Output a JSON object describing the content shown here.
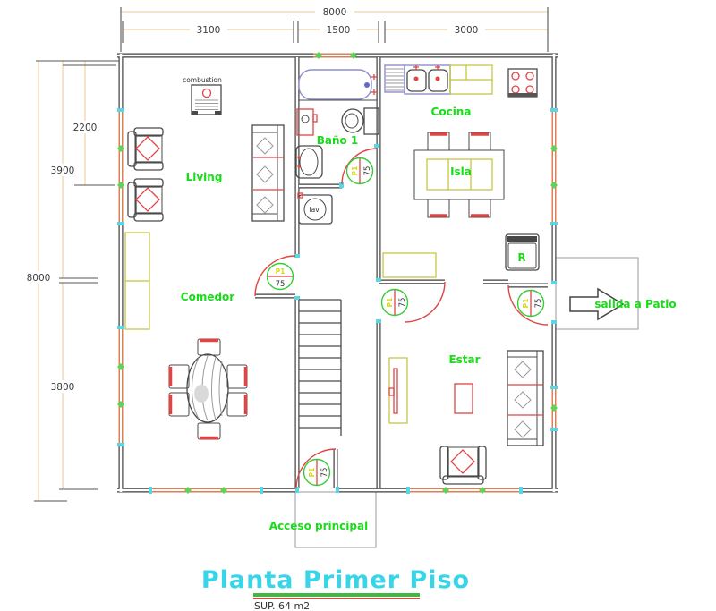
{
  "plan": {
    "title": "Planta Primer Piso",
    "area_note": "SUP. 64 m2",
    "rooms": {
      "living": "Living",
      "comedor": "Comedor",
      "bano1": "Baño 1",
      "cocina": "Cocina",
      "isla": "Isla",
      "estar": "Estar"
    },
    "annotations": {
      "combustion": "combustion",
      "washer": "lav.",
      "fridge": "R",
      "patio_exit": "salida a Patio",
      "main_access": "Acceso principal"
    },
    "door_tag": {
      "code": "P1",
      "width": "75"
    },
    "dimensions": {
      "top": {
        "total": "8000",
        "segments": [
          "3100",
          "1500",
          "3000"
        ]
      },
      "left": {
        "total": "8000",
        "upper": "2200",
        "mid": "3900",
        "lower": "3800"
      }
    },
    "colors": {
      "label_green": "#17dd17",
      "title_cyan": "#38d5e8",
      "window_orange": "#dd7f55",
      "accent_red": "#e04545",
      "counter_yellow": "#c3c337",
      "dimension_tan": "#ecc795",
      "wall_gray": "#3e3e3e"
    }
  }
}
